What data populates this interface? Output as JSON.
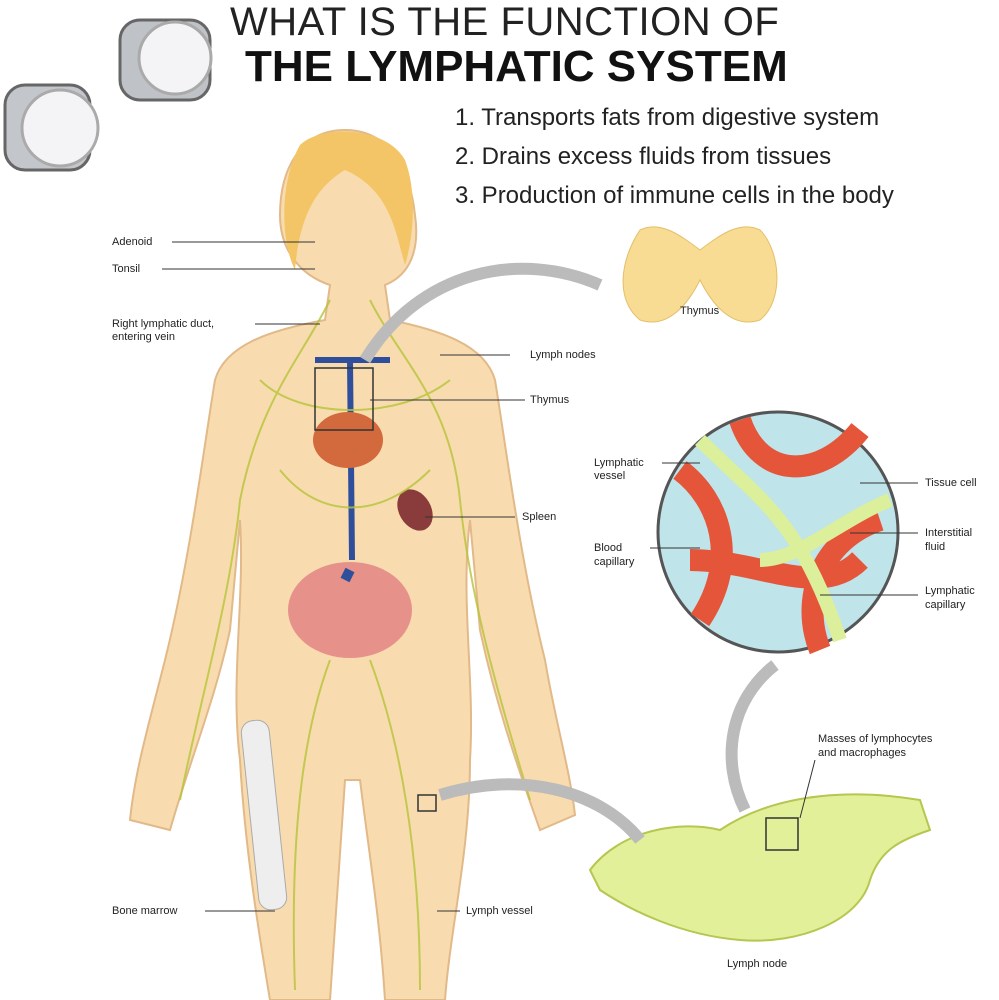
{
  "title": {
    "line1": "WHAT IS THE FUNCTION OF",
    "line2": "THE LYMPHATIC SYSTEM"
  },
  "functions": [
    "1. Transports fats from digestive system",
    "2. Drains excess fluids from tissues",
    "3. Production of immune cells in the body"
  ],
  "labels": {
    "adenoid": "Adenoid",
    "tonsil": "Tonsil",
    "right_duct_1": "Right lymphatic duct,",
    "right_duct_2": "entering vein",
    "lymph_nodes": "Lymph nodes",
    "thymus": "Thymus",
    "spleen": "Spleen",
    "bone_marrow": "Bone marrow",
    "lymph_vessel": "Lymph vessel",
    "thymus_inset": "Thymus",
    "lymphatic_vessel_1": "Lymphatic",
    "lymphatic_vessel_2": "vessel",
    "tissue_cell": "Tissue cell",
    "interstitial_1": "Interstitial",
    "interstitial_2": "fluid",
    "blood_capillary_1": "Blood",
    "blood_capillary_2": "capillary",
    "lymphatic_capillary_1": "Lymphatic",
    "lymphatic_capillary_2": "capillary",
    "masses_1": "Masses of lymphocytes",
    "masses_2": "and macrophages",
    "lymph_node": "Lymph node"
  }
}
